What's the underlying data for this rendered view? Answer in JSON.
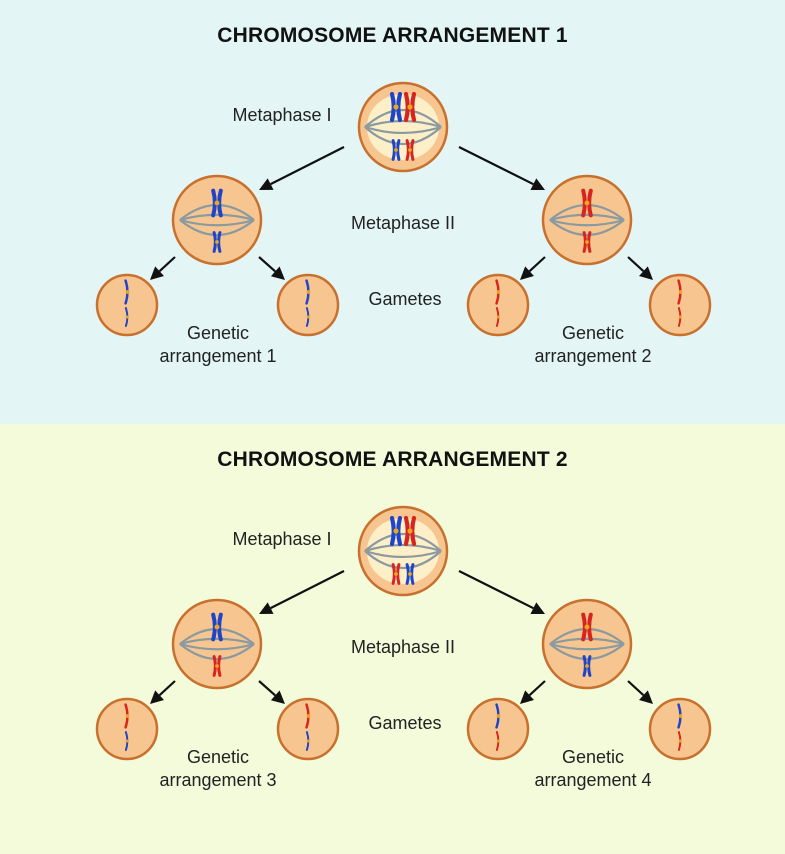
{
  "colors": {
    "panel1_bg": "#e3f5f5",
    "panel2_bg": "#f3fbdb",
    "cell_fill": "#f7c690",
    "cell_stroke": "#c8702e",
    "nucleus_fill": "#fdf0c8",
    "spindle": "#8a9aa0",
    "chrom_blue": "#1f44c8",
    "chrom_red": "#d8241e",
    "centromere": "#e8a820",
    "arrow": "#111111"
  },
  "panels": [
    {
      "title": "CHROMOSOME ARRANGEMENT 1",
      "label_metaphase1": "Metaphase I",
      "label_metaphase2": "Metaphase II",
      "label_gametes": "Gametes",
      "left_genetic_line1": "Genetic",
      "left_genetic_line2": "arrangement 1",
      "right_genetic_line1": "Genetic",
      "right_genetic_line2": "arrangement 2",
      "meta1_top_colors": [
        "blue",
        "red"
      ],
      "meta1_bottom_colors": [
        "blue",
        "red"
      ],
      "left_cell": [
        "blue",
        "blue"
      ],
      "right_cell": [
        "red",
        "red"
      ],
      "gametes": [
        [
          "blue",
          "blue"
        ],
        [
          "blue",
          "blue"
        ],
        [
          "red",
          "red"
        ],
        [
          "red",
          "red"
        ]
      ]
    },
    {
      "title": "CHROMOSOME ARRANGEMENT 2",
      "label_metaphase1": "Metaphase I",
      "label_metaphase2": "Metaphase II",
      "label_gametes": "Gametes",
      "left_genetic_line1": "Genetic",
      "left_genetic_line2": "arrangement 3",
      "right_genetic_line1": "Genetic",
      "right_genetic_line2": "arrangement 4",
      "meta1_top_colors": [
        "blue",
        "red"
      ],
      "meta1_bottom_colors": [
        "red",
        "blue"
      ],
      "left_cell": [
        "blue",
        "red"
      ],
      "right_cell": [
        "red",
        "blue"
      ],
      "gametes": [
        [
          "red",
          "blue"
        ],
        [
          "red",
          "blue"
        ],
        [
          "blue",
          "red"
        ],
        [
          "blue",
          "red"
        ]
      ]
    }
  ]
}
